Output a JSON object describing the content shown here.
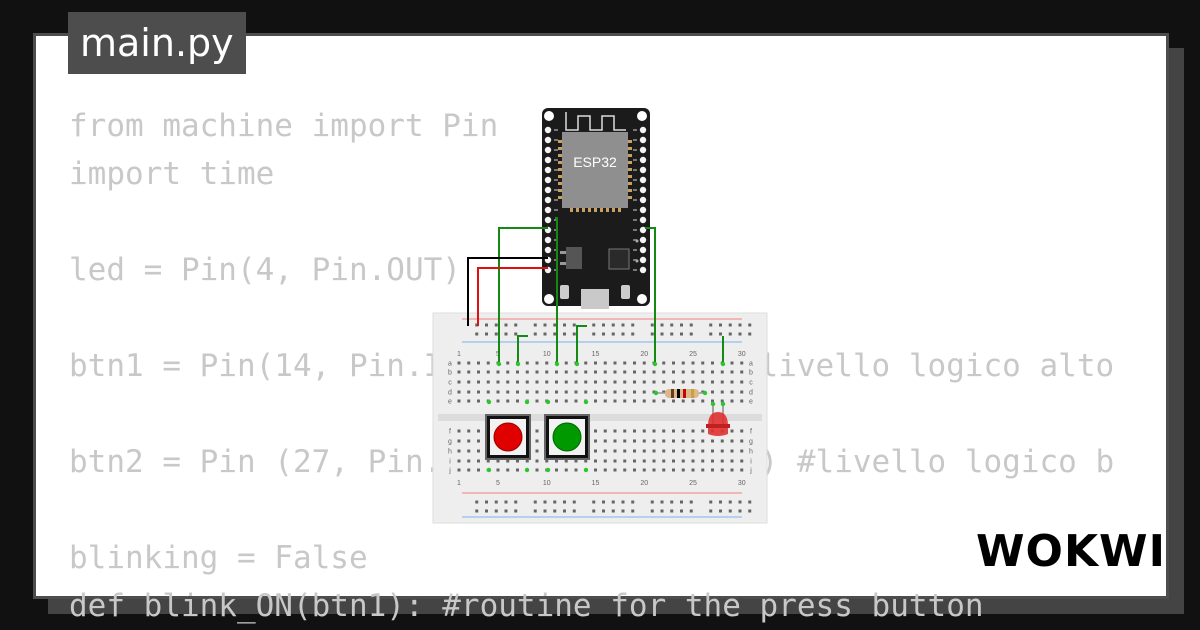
{
  "tab": {
    "title": "main.py"
  },
  "code_lines": [
    "from machine import Pin",
    "import time",
    "",
    "led = Pin(4, Pin.OUT)",
    "",
    "btn1 = Pin(14, Pin.IN, Pin.PULL_UP) #livello logico alto",
    "",
    "btn2 = Pin (27, Pin.IN, Pin.PULL_DOWN) #livello logico b",
    "",
    "blinking = False",
    "def blink_ON(btn1): #routine for the press button"
  ],
  "circuit": {
    "esp32_label": "ESP32",
    "breadboard_numbers": [
      "1",
      "5",
      "10",
      "15",
      "20",
      "25",
      "30"
    ],
    "breadboard_rows_top": [
      "a",
      "b",
      "c",
      "d",
      "e"
    ],
    "breadboard_rows_bottom": [
      "f",
      "g",
      "h",
      "i",
      "j"
    ],
    "button1_color": "#e00000",
    "button2_color": "#009900",
    "led_color": "#e03030",
    "wire_green": "#138a13",
    "wire_red": "#e01010",
    "wire_black": "#000000"
  },
  "brand": {
    "logo": "WOKWI"
  }
}
